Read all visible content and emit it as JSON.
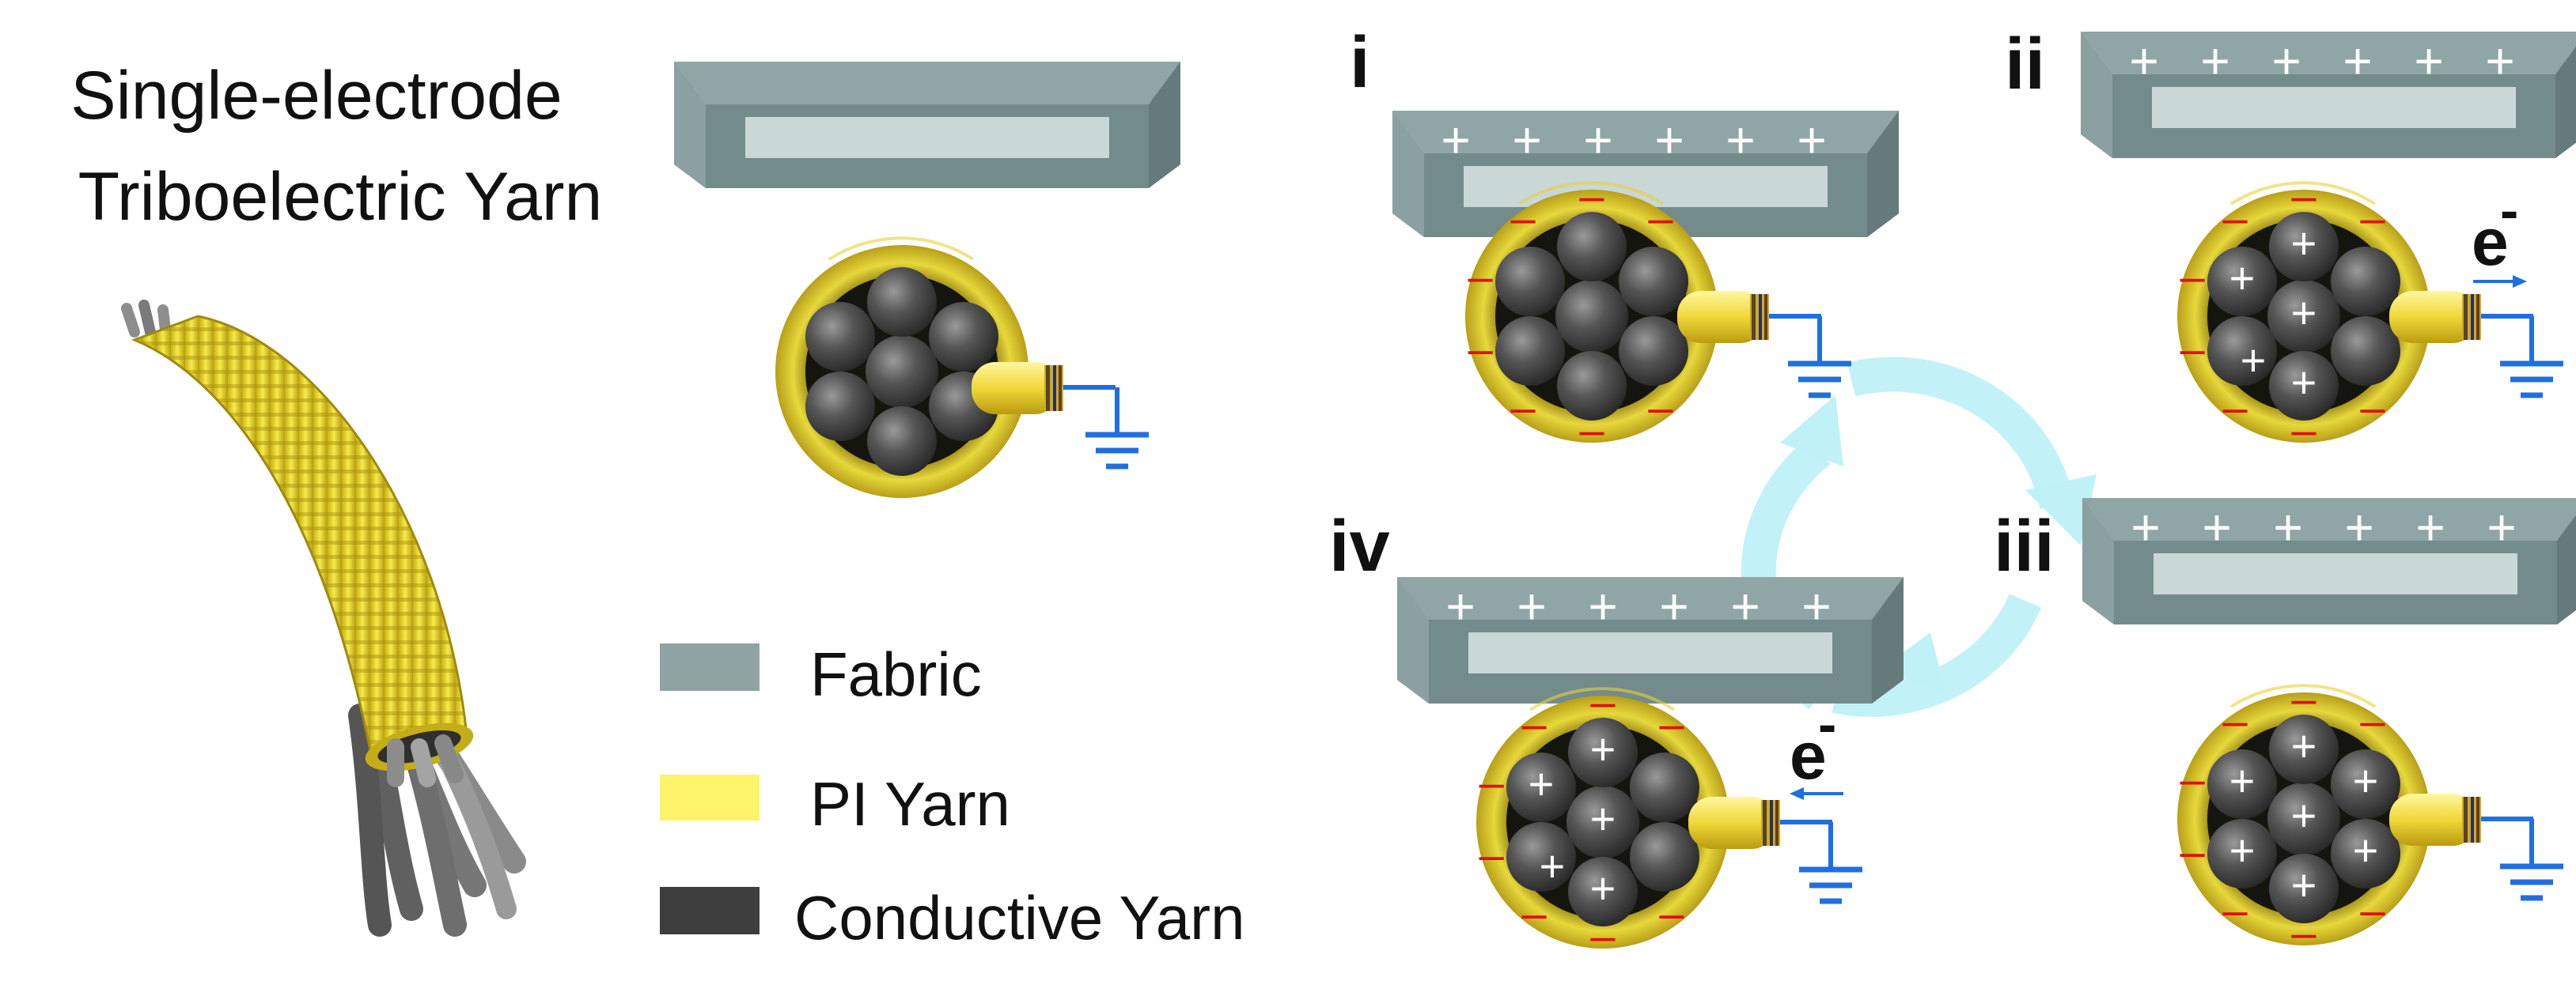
{
  "title": {
    "line1": "Single-electrode",
    "line2": "Triboelectric Yarn"
  },
  "legend": [
    {
      "label": "Fabric",
      "color": "#8fa3a3"
    },
    {
      "label": "PI Yarn",
      "color": "#fff36a"
    },
    {
      "label": "Conductive Yarn",
      "color": "#3e3e3e"
    }
  ],
  "stages": {
    "i": {
      "label": "i"
    },
    "ii": {
      "label": "ii",
      "electron": "e",
      "electron_sup": "-",
      "arrow_direction": "right"
    },
    "iii": {
      "label": "iii"
    },
    "iv": {
      "label": "iv",
      "electron": "e",
      "electron_sup": "-",
      "arrow_direction": "left"
    }
  },
  "symbols": {
    "plus": "+",
    "minus": "–"
  },
  "colors": {
    "fabric_top": "#8fa6a6",
    "fabric_front": "#6f8787",
    "fabric_inset": "#c9d8d8",
    "pi_outer": "#b49b14",
    "pi_inner": "#f1e64a",
    "conductor": "#505050",
    "ground": "#1f6fe0",
    "minus_charge": "#e01010",
    "cycle_arrow": "#bff1f7",
    "text": "#111111"
  }
}
